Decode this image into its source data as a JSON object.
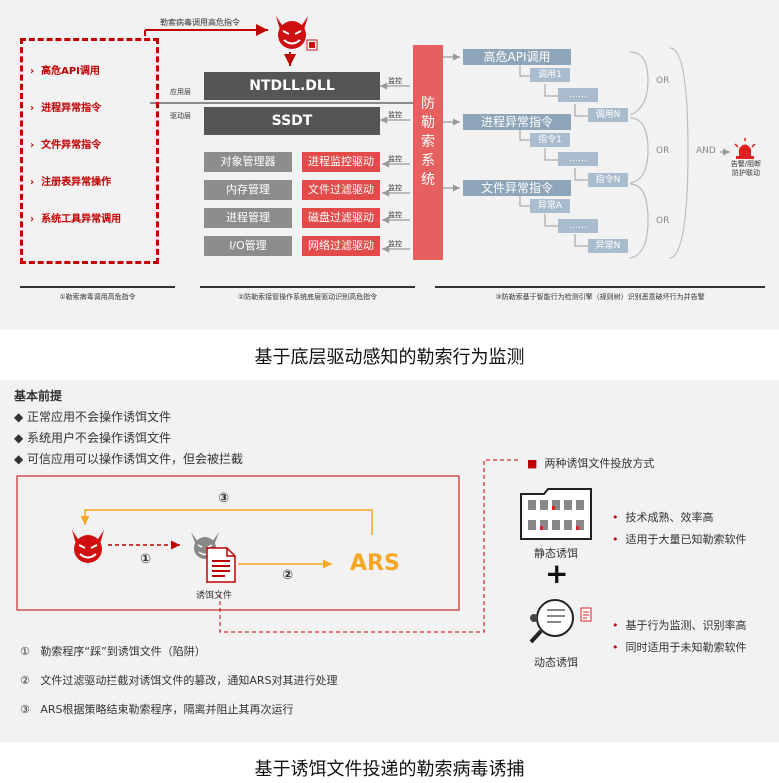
{
  "top": {
    "call_label": "勒索病毒调用高危指令",
    "left_items": [
      "高危API调用",
      "进程异常指令",
      "文件异常指令",
      "注册表异常操作",
      "系统工具异常调用"
    ],
    "layer_app": "应用层",
    "layer_driver": "驱动层",
    "ntdll": "NTDLL.DLL",
    "ssdt": "SSDT",
    "monitor": "监控",
    "managers": [
      "对象管理器",
      "内存管理",
      "进程管理",
      "I/O管理"
    ],
    "drivers": [
      "进程监控驱动",
      "文件过滤驱动",
      "磁盘过滤驱动",
      "网络过滤驱动"
    ],
    "system_chars": [
      "防",
      "勒",
      "索",
      "系",
      "统"
    ],
    "groups": [
      {
        "head": "高危API调用",
        "a": "调用1",
        "b": "……",
        "c": "调用N"
      },
      {
        "head": "进程异常指令",
        "a": "指令1",
        "b": "……",
        "c": "指令N"
      },
      {
        "head": "文件异常指令",
        "a": "异常A",
        "b": "……",
        "c": "异常N"
      }
    ],
    "or": "OR",
    "and": "AND",
    "alarm": "告警/阻断\n防护联动",
    "footers": [
      "①勒索病毒调用高危指令",
      "②防勒索接管操作系统底层驱动识别高危指令",
      "③防勒索基于智能行为检测引擎（规则树）识别恶意破坏行为并告警"
    ]
  },
  "caption1": "基于底层驱动感知的勒索行为监测",
  "bottom": {
    "premise_title": "基本前提",
    "premises": [
      "正常应用不会操作诱饵文件",
      "系统用户不会操作诱饵文件",
      "可信应用可以操作诱饵文件，但会被拦截"
    ],
    "ars": "ARS",
    "bait_file": "诱饵文件",
    "step_marks": [
      "①",
      "②",
      "③"
    ],
    "deploy_title": "两种诱饵文件投放方式",
    "static_label": "静态诱饵",
    "static_points": [
      "技术成熟、效率高",
      "适用于大量已知勒索软件"
    ],
    "plus": "+",
    "dynamic_label": "动态诱饵",
    "dynamic_points": [
      "基于行为监测、识别率高",
      "同时适用于未知勒索软件"
    ],
    "steps": [
      "勒索程序“踩”到诱饵文件（陷阱）",
      "文件过滤驱动拦截对诱饵文件的篡改，通知ARS对其进行处理",
      "ARS根据策略结束勒索程序，隔离并阻止其再次运行"
    ]
  },
  "caption2": "基于诱饵文件投递的勒索病毒诱捕",
  "colors": {
    "accent_red": "#c00000",
    "system_red": "#e66060",
    "blue": "#8ea4b8",
    "orange": "#f5a623"
  }
}
